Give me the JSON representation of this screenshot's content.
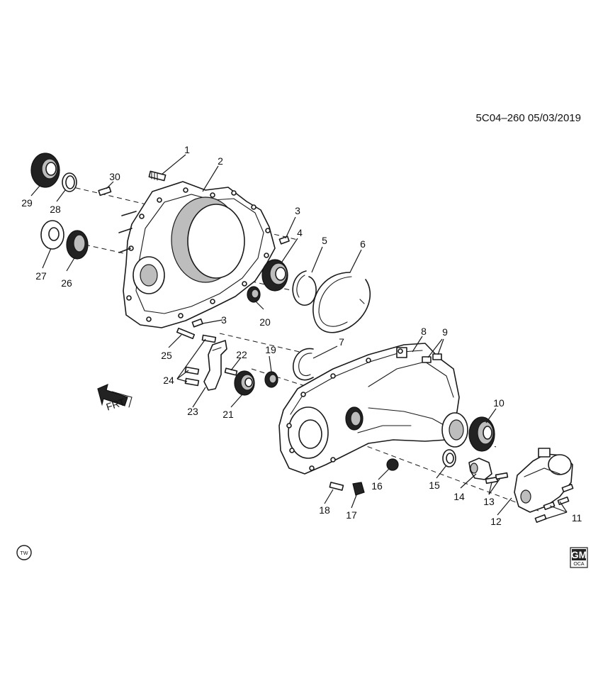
{
  "diagram_code": "5C04–260  05/03/2019",
  "direction_label": "FRT",
  "tw_badge": "TW",
  "gm_logo": {
    "brand": "GM",
    "sub": "OCA"
  },
  "callouts": [
    "1",
    "2",
    "3",
    "3",
    "4",
    "5",
    "6",
    "7",
    "8",
    "9",
    "10",
    "11",
    "12",
    "13",
    "14",
    "15",
    "16",
    "17",
    "18",
    "19",
    "20",
    "21",
    "22",
    "23",
    "24",
    "25",
    "26",
    "27",
    "28",
    "29",
    "30"
  ]
}
